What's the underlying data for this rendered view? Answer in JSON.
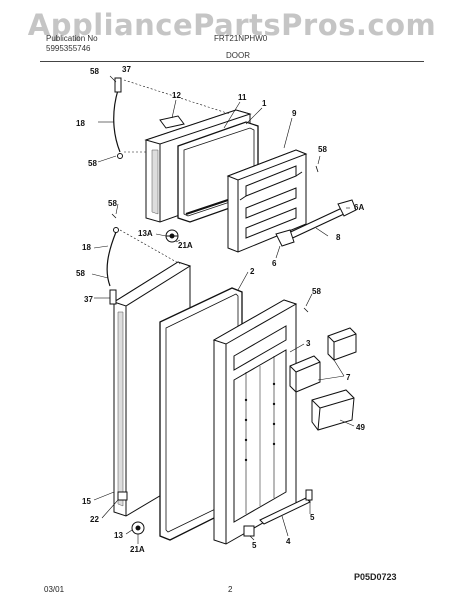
{
  "watermark": "AppliancePartsPros.com",
  "header": {
    "left_line1": "Publication No",
    "left_line2": "5995355746",
    "right_text": "FRT21NPHW0",
    "section": "DOOR"
  },
  "footer": {
    "date": "03/01",
    "page": "2",
    "code": "P05D0723"
  },
  "callouts": {
    "c37_top": "37",
    "c58_a": "58",
    "c12": "12",
    "c11": "11",
    "c1": "1",
    "c18_a": "18",
    "c9": "9",
    "c58_b": "58",
    "c58_c": "58",
    "c6A": "6A",
    "c13A": "13A",
    "c21A_a": "21A",
    "c8": "8",
    "c18_b": "18",
    "c6": "6",
    "c2": "2",
    "c58_d": "58",
    "c58_e": "58",
    "c37_b": "37",
    "c3": "3",
    "c7": "7",
    "c49": "49",
    "c15": "15",
    "c22": "22",
    "c13": "13",
    "c21A_b": "21A",
    "c4": "4",
    "c5_a": "5",
    "c5_b": "5"
  }
}
